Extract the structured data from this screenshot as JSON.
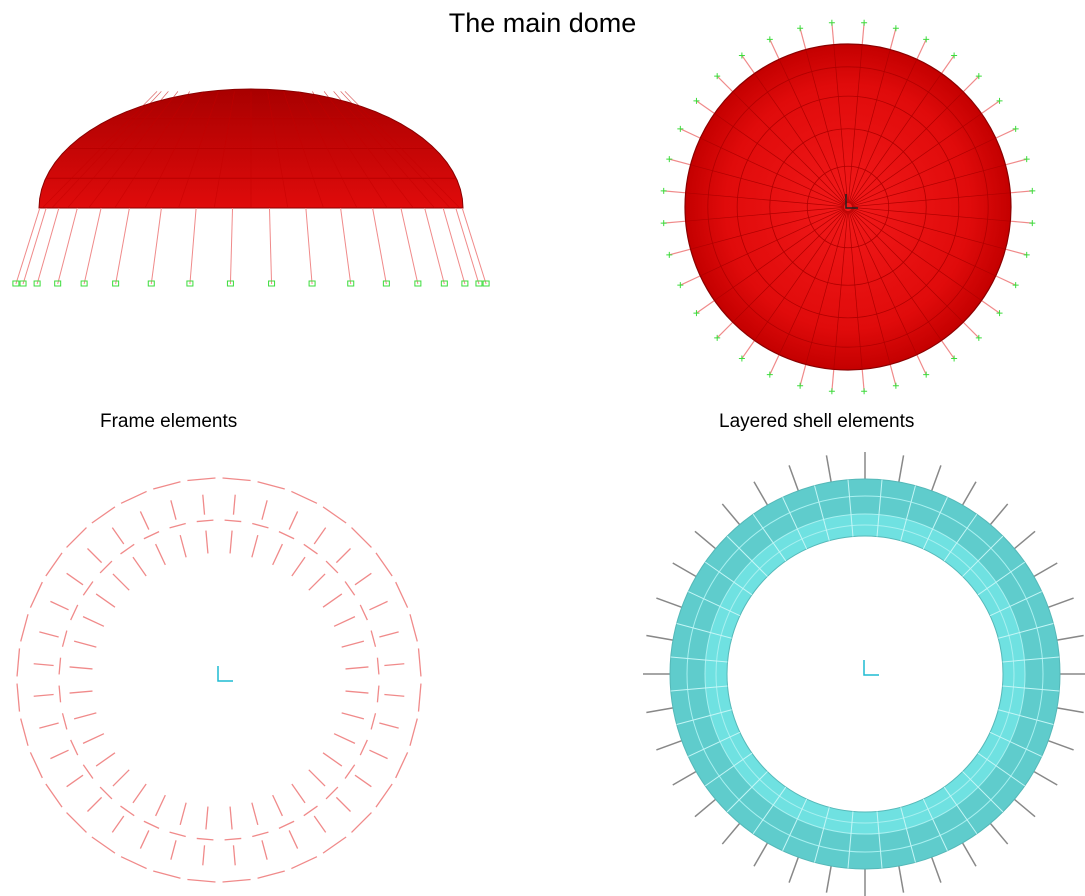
{
  "title": "The main dome",
  "labels": {
    "frame": "Frame elements",
    "shell": "Layered shell elements"
  },
  "colors": {
    "dome_red": "#e00b0b",
    "dome_dark": "#a80000",
    "frame_pink": "#f08a8a",
    "support_green": "#3cdc3c",
    "shell_cyan": "#6fe1e1",
    "shell_cyan_dark": "#5fcccc",
    "shell_spoke": "#888888",
    "axis_cyan": "#1fbcd2"
  }
}
